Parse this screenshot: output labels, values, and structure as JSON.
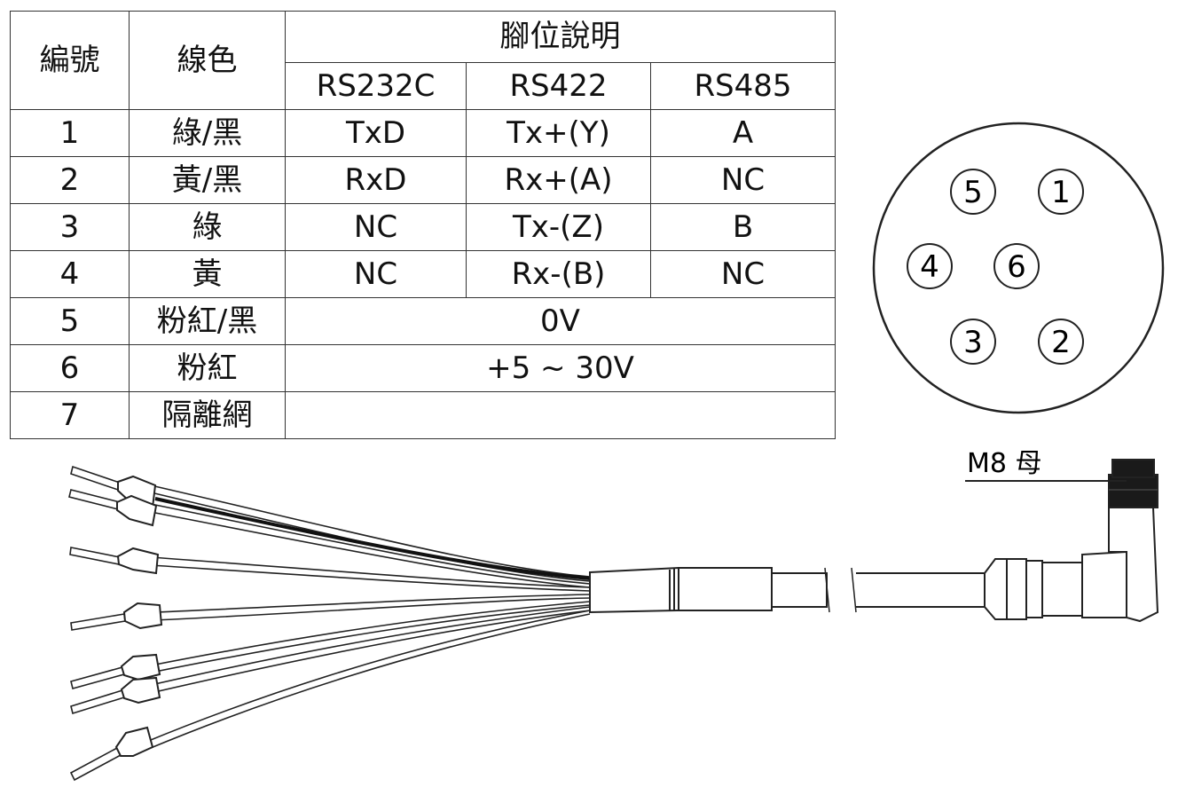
{
  "table": {
    "header": {
      "number": "編號",
      "wire_color": "線色",
      "pin_description": "腳位說明",
      "protocols": [
        "RS232C",
        "RS422",
        "RS485"
      ]
    },
    "rows": [
      {
        "no": "1",
        "color": "綠/黑",
        "rs232c": "TxD",
        "rs422": "Tx+(Y)",
        "rs485": "A"
      },
      {
        "no": "2",
        "color": "黃/黑",
        "rs232c": "RxD",
        "rs422": "Rx+(A)",
        "rs485": "NC"
      },
      {
        "no": "3",
        "color": "綠",
        "rs232c": "NC",
        "rs422": "Tx-(Z)",
        "rs485": "B"
      },
      {
        "no": "4",
        "color": "黃",
        "rs232c": "NC",
        "rs422": "Rx-(B)",
        "rs485": "NC"
      },
      {
        "no": "5",
        "color": "粉紅/黑",
        "merged": "0V"
      },
      {
        "no": "6",
        "color": "粉紅",
        "merged": "+5 ~ 30V"
      },
      {
        "no": "7",
        "color": "隔離網",
        "merged": ""
      }
    ]
  },
  "connector_face": {
    "pins": [
      "5",
      "1",
      "4",
      "6",
      "3",
      "2"
    ]
  },
  "cable": {
    "connector_label": "M8 母"
  }
}
